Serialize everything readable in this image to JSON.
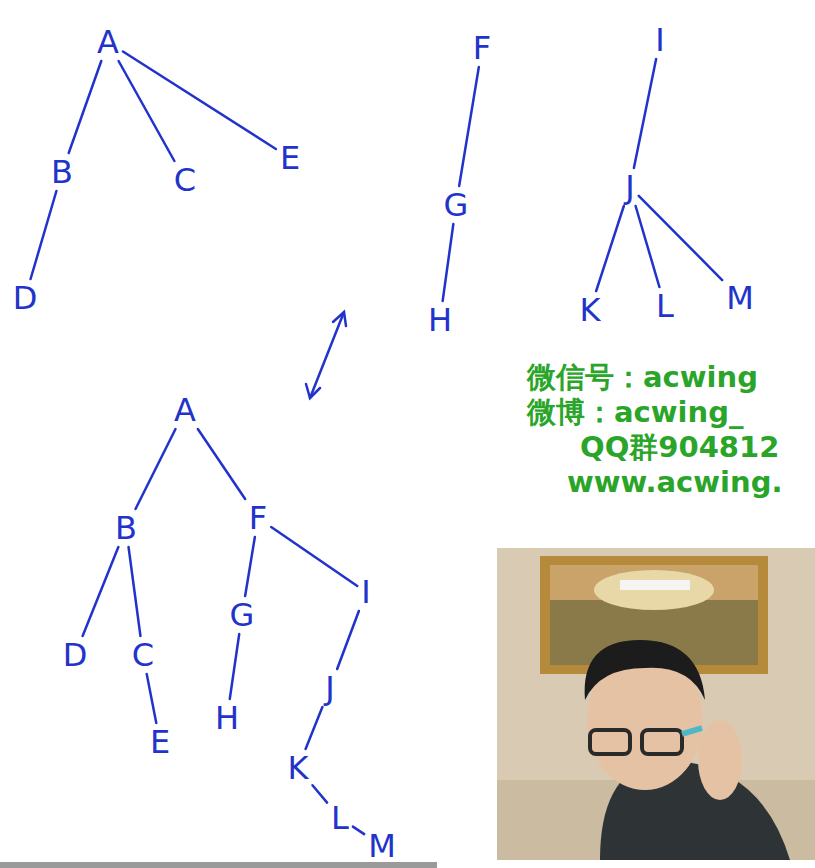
{
  "diagram": {
    "nodes": [
      {
        "text": [
          "A"
        ]
      },
      {
        "text": [
          "F"
        ]
      },
      {
        "text": [
          "I"
        ]
      },
      {
        "text": [
          "B"
        ]
      },
      {
        "text": [
          "C"
        ]
      },
      {
        "text": [
          "E"
        ]
      },
      {
        "text": [
          "G"
        ]
      },
      {
        "text": [
          "J"
        ]
      },
      {
        "text": [
          "D"
        ]
      },
      {
        "text": [
          "H"
        ]
      },
      {
        "text": [
          "K"
        ]
      },
      {
        "text": [
          "L"
        ]
      },
      {
        "text": [
          "M"
        ]
      },
      {
        "text": [
          "A"
        ]
      },
      {
        "text": [
          "B"
        ]
      },
      {
        "text": [
          "F"
        ]
      },
      {
        "text": [
          "I"
        ]
      },
      {
        "text": [
          "D"
        ]
      },
      {
        "text": [
          "C"
        ]
      },
      {
        "text": [
          "G"
        ]
      },
      {
        "text": [
          "E"
        ]
      },
      {
        "text": [
          "H"
        ]
      },
      {
        "text": [
          "J"
        ]
      },
      {
        "text": [
          "K"
        ]
      },
      {
        "text": [
          "L"
        ]
      },
      {
        "text": [
          "M"
        ]
      }
    ],
    "edges": [
      {
        "from": 0,
        "to": 3,
        "arrow": "none"
      },
      {
        "from": 0,
        "to": 4,
        "arrow": "none"
      },
      {
        "from": 0,
        "to": 5,
        "arrow": "none"
      },
      {
        "from": 3,
        "to": 8,
        "arrow": "none"
      },
      {
        "from": 1,
        "to": 6,
        "arrow": "none"
      },
      {
        "from": 6,
        "to": 9,
        "arrow": "none"
      },
      {
        "from": 2,
        "to": 7,
        "arrow": "none"
      },
      {
        "from": 7,
        "to": 10,
        "arrow": "none"
      },
      {
        "from": 7,
        "to": 11,
        "arrow": "none"
      },
      {
        "from": 7,
        "to": 12,
        "arrow": "none"
      },
      {
        "from": 13,
        "to": 14,
        "arrow": "none"
      },
      {
        "from": 13,
        "to": 15,
        "arrow": "none"
      },
      {
        "from": 14,
        "to": 17,
        "arrow": "none"
      },
      {
        "from": 14,
        "to": 18,
        "arrow": "none"
      },
      {
        "from": 15,
        "to": 19,
        "arrow": "none"
      },
      {
        "from": 15,
        "to": 16,
        "arrow": "none"
      },
      {
        "from": 18,
        "to": 20,
        "arrow": "none"
      },
      {
        "from": 19,
        "to": 21,
        "arrow": "none"
      },
      {
        "from": 16,
        "to": 22,
        "arrow": "none"
      },
      {
        "from": 22,
        "to": 23,
        "arrow": "none"
      },
      {
        "from": 23,
        "to": 24,
        "arrow": "none"
      },
      {
        "from": 24,
        "to": 25,
        "arrow": "none"
      }
    ],
    "labels": [
      "微信号：acwing",
      "微博：acwing_",
      "QQ群904812",
      "www.acwing."
    ]
  }
}
